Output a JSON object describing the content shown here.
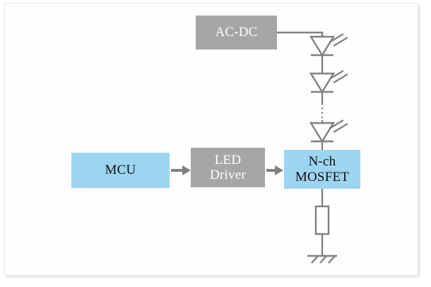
{
  "diagram": {
    "title": "LED driver block diagram",
    "background_color": "#ffffff",
    "page_color": "#fefefe",
    "wire_color": "#808080",
    "gray_block_color": "#a6a6a6",
    "blue_block_color": "#9dd4f0",
    "blocks": [
      {
        "id": "ac-dc",
        "label": "AC-DC",
        "fill": "#a6a6a6",
        "text_color": "#ffffff"
      },
      {
        "id": "mcu",
        "label": "MCU",
        "fill": "#9dd4f0",
        "text_color": "#111111"
      },
      {
        "id": "led-driver",
        "label": "LED\nDriver",
        "fill": "#a6a6a6",
        "text_color": "#ffffff"
      },
      {
        "id": "mosfet",
        "label": "N-ch\nMOSFET",
        "fill": "#9dd4f0",
        "text_color": "#111111"
      }
    ],
    "components": [
      {
        "id": "led-1",
        "type": "led",
        "name": "light-emitting-diode"
      },
      {
        "id": "led-2",
        "type": "led",
        "name": "light-emitting-diode"
      },
      {
        "id": "led-3",
        "type": "led",
        "name": "light-emitting-diode"
      },
      {
        "id": "ellipsis",
        "type": "dotted",
        "name": "series-continuation-dots"
      },
      {
        "id": "resistor",
        "type": "resistor",
        "name": "sense-resistor"
      },
      {
        "id": "ground",
        "type": "ground",
        "name": "ground-symbol"
      }
    ],
    "connections": [
      {
        "from": "mcu",
        "to": "led-driver",
        "style": "arrow"
      },
      {
        "from": "led-driver",
        "to": "mosfet",
        "style": "arrow"
      },
      {
        "from": "ac-dc",
        "to": "led-1",
        "style": "wire"
      },
      {
        "from": "led-3",
        "to": "mosfet",
        "style": "wire"
      },
      {
        "from": "mosfet",
        "to": "resistor",
        "style": "wire"
      },
      {
        "from": "resistor",
        "to": "ground",
        "style": "wire"
      }
    ]
  }
}
